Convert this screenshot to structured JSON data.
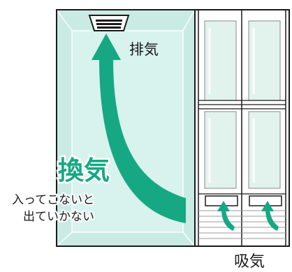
{
  "labels": {
    "exhaust": "排気",
    "ventilation": "換気",
    "note_line1": "入ってこないと",
    "note_line2": "出ていかない",
    "intake": "吸気"
  },
  "colors": {
    "arrow": "#16a883",
    "room_fill": "#c9ebe4",
    "room_inner": "#d8f2ed",
    "door_glass": "#e2f3ee",
    "outline": "#1a1a1a",
    "ventilation_text": "#16a883"
  }
}
